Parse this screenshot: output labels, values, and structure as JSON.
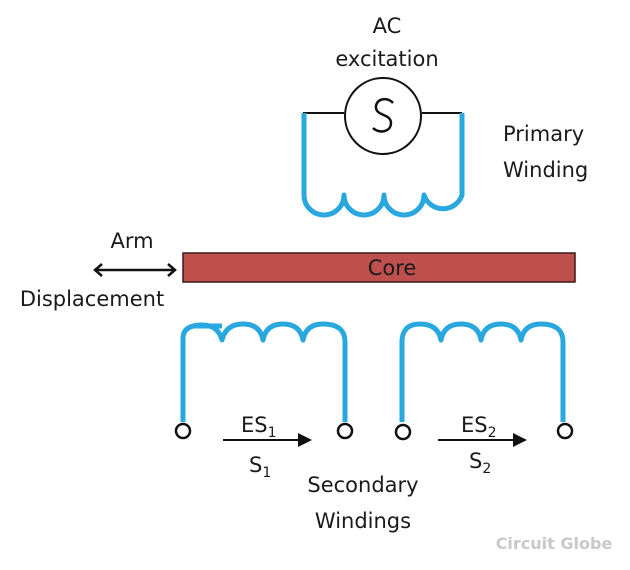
{
  "diagram": {
    "type": "LVDT schematic",
    "labels": {
      "ac_excitation_line1": "AC",
      "ac_excitation_line2": "excitation",
      "source_symbol": "S",
      "primary_line1": "Primary",
      "primary_line2": "Winding",
      "arm_line1": "Arm",
      "arm_line2": "Displacement",
      "core": "Core",
      "es1_main": "ES",
      "es1_sub": "1",
      "s1_main": "S",
      "s1_sub": "1",
      "es2_main": "ES",
      "es2_sub": "2",
      "s2_main": "S",
      "s2_sub": "2",
      "secondary_line1": "Secondary",
      "secondary_line2": "Windings",
      "watermark": "Circuit Globe"
    },
    "colors": {
      "winding": "#29a8e0",
      "core_fill": "#c0504d",
      "core_border": "#3a1a1a",
      "line": "#111111",
      "watermark": "#c8c8c8"
    }
  }
}
